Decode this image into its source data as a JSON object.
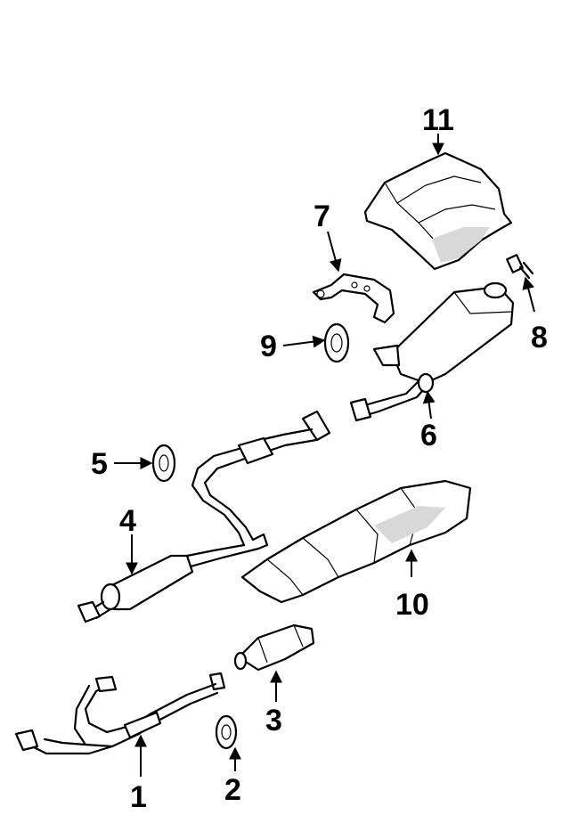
{
  "callouts": [
    {
      "id": "1",
      "label": "1",
      "part": "front-exhaust-pipe"
    },
    {
      "id": "2",
      "label": "2",
      "part": "hanger-insulator"
    },
    {
      "id": "3",
      "label": "3",
      "part": "catalytic-converter"
    },
    {
      "id": "4",
      "label": "4",
      "part": "center-pipe-resonator"
    },
    {
      "id": "5",
      "label": "5",
      "part": "hanger-insulator"
    },
    {
      "id": "6",
      "label": "6",
      "part": "muffler"
    },
    {
      "id": "7",
      "label": "7",
      "part": "bracket"
    },
    {
      "id": "8",
      "label": "8",
      "part": "bolt"
    },
    {
      "id": "9",
      "label": "9",
      "part": "hanger-insulator"
    },
    {
      "id": "10",
      "label": "10",
      "part": "heat-shield"
    },
    {
      "id": "11",
      "label": "11",
      "part": "heat-shield"
    }
  ],
  "colors": {
    "line": "#000000",
    "background": "#ffffff"
  }
}
